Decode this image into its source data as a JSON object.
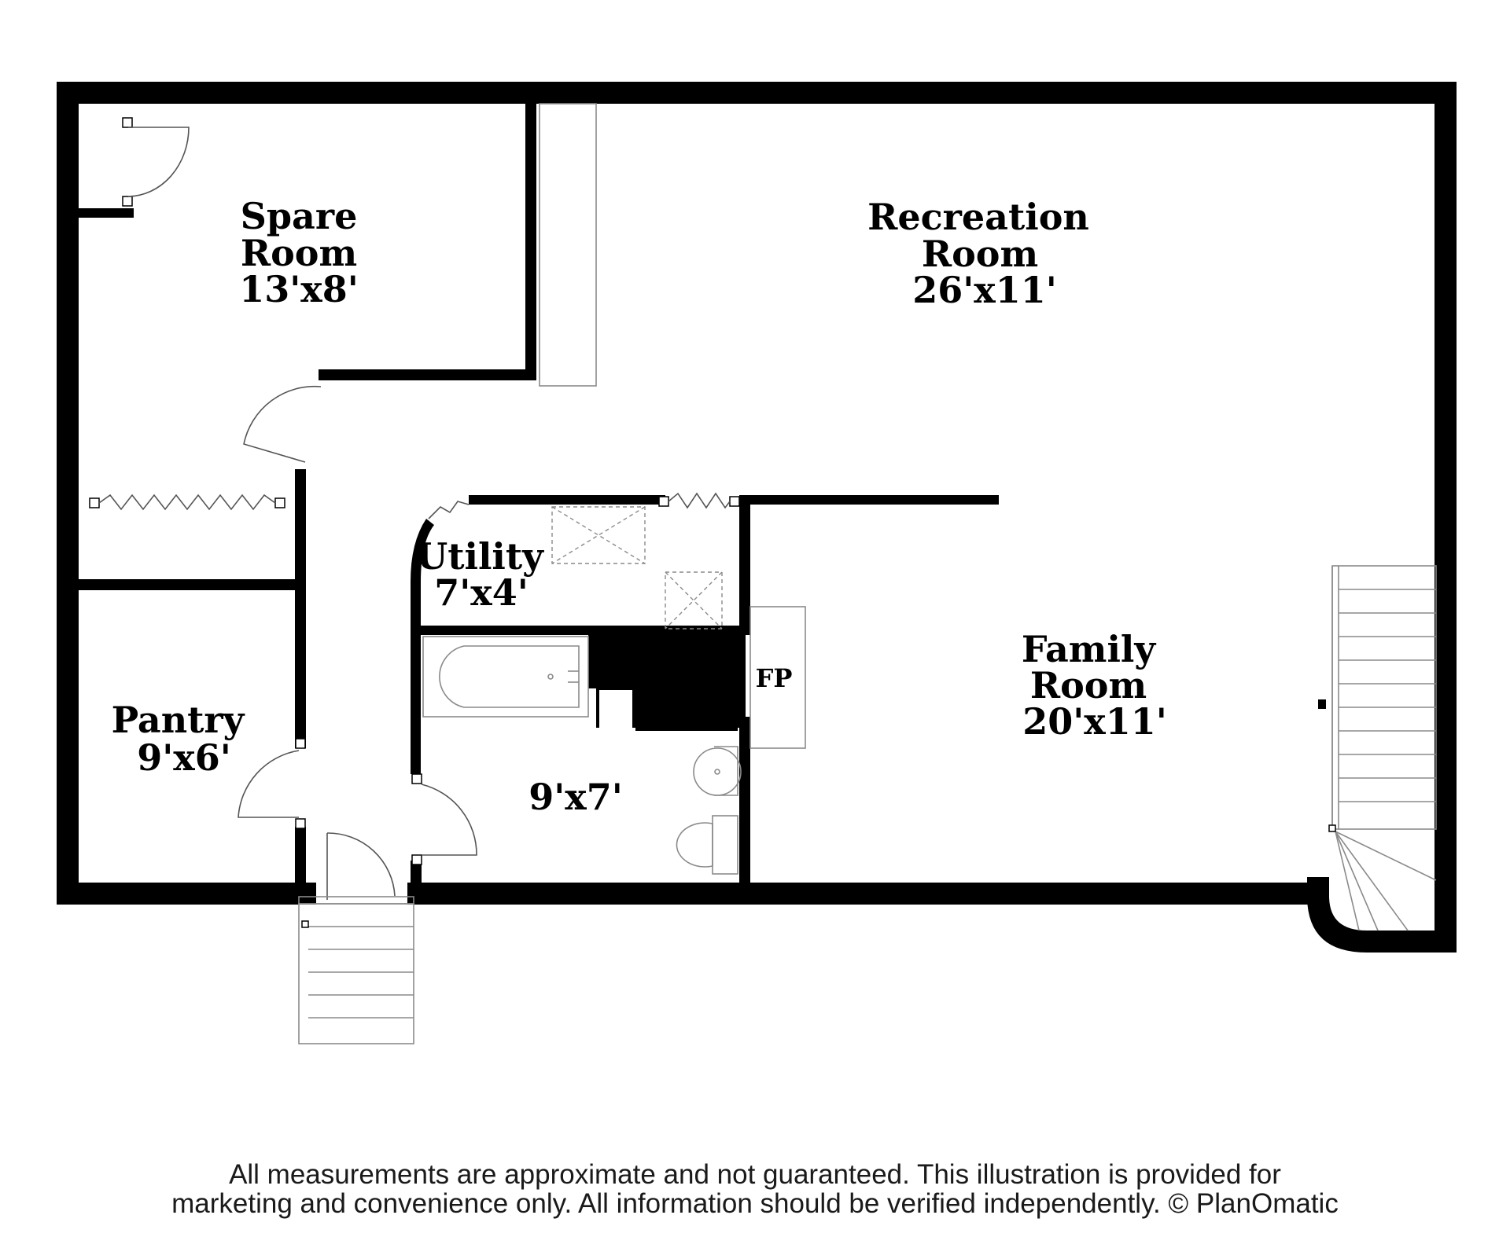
{
  "rooms": [
    {
      "id": "spare_room",
      "lines": [
        "Spare",
        "Room",
        "13'x8'"
      ]
    },
    {
      "id": "recreation_room",
      "lines": [
        "Recreation",
        "Room",
        "26'x11'"
      ]
    },
    {
      "id": "utility",
      "lines": [
        "Utility",
        "7'x4'"
      ]
    },
    {
      "id": "family_room",
      "lines": [
        "Family",
        "Room",
        "20'x11'"
      ]
    },
    {
      "id": "pantry",
      "lines": [
        "Pantry",
        "9'x6'"
      ]
    },
    {
      "id": "bathroom",
      "lines": [
        "9'x7'"
      ]
    }
  ],
  "fireplace_label": "FP",
  "disclaimer": {
    "line1": "All measurements are approximate and not guaranteed. This illustration is provided for",
    "line2": "marketing and convenience only. All information should be verified independently. © PlanOmatic"
  },
  "colors": {
    "wall": "#000000",
    "fixture": "#8a8a8a",
    "background": "#ffffff"
  }
}
